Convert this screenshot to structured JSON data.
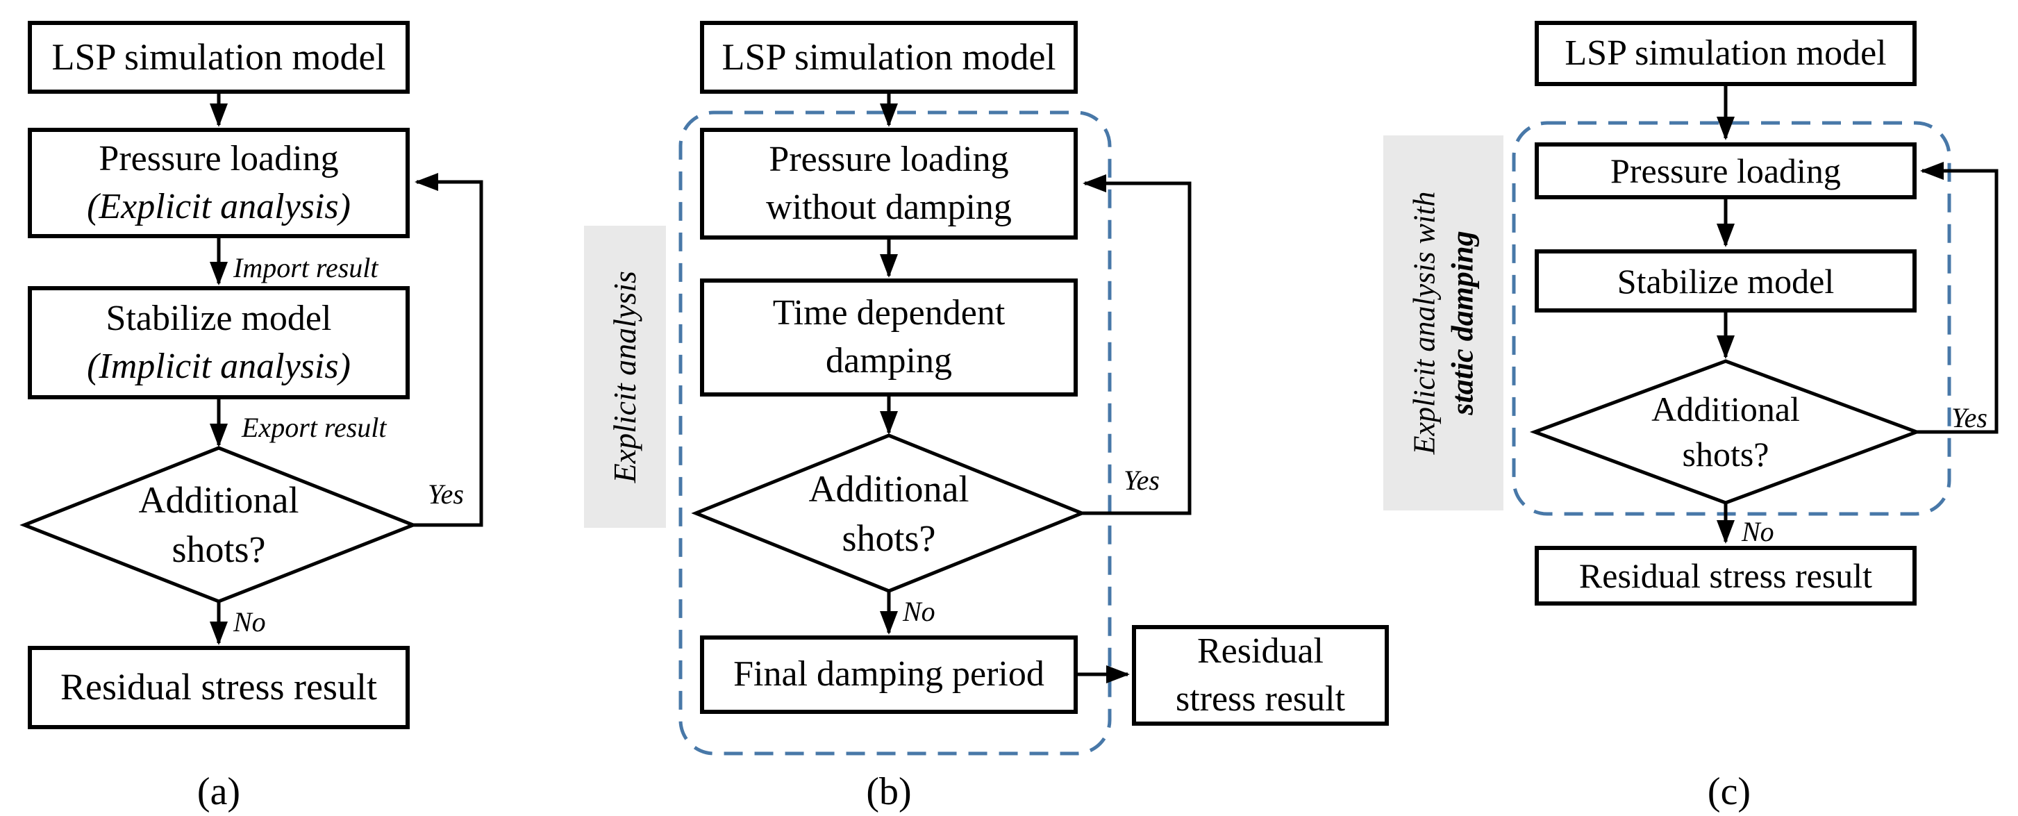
{
  "colors": {
    "dashed_region_border": "#4878a8",
    "side_label_background": "#e9e9e9",
    "line_color": "#000000"
  },
  "captions": {
    "a": "(a)",
    "b": "(b)",
    "c": "(c)"
  },
  "flow_a": {
    "lsp": "LSP simulation model",
    "pressure_line1": "Pressure loading",
    "pressure_line2": "(Explicit analysis)",
    "import_label": "Import result",
    "stabilize_line1": "Stabilize model",
    "stabilize_line2": "(Implicit analysis)",
    "export_label": "Export result",
    "decision_line1": "Additional",
    "decision_line2": "shots?",
    "yes": "Yes",
    "no": "No",
    "residual": "Residual stress result"
  },
  "flow_b": {
    "lsp": "LSP simulation model",
    "side_label": "Explicit analysis",
    "pressure_line1": "Pressure loading",
    "pressure_line2": "without damping",
    "damping_line1": "Time dependent",
    "damping_line2": "damping",
    "decision_line1": "Additional",
    "decision_line2": "shots?",
    "yes": "Yes",
    "no": "No",
    "final": "Final damping period",
    "residual_line1": "Residual",
    "residual_line2": "stress result"
  },
  "flow_c": {
    "lsp": "LSP simulation model",
    "side_label_line1": "Explicit analysis with",
    "side_label_line2": "static damping",
    "pressure": "Pressure loading",
    "stabilize": "Stabilize model",
    "decision_line1": "Additional",
    "decision_line2": "shots?",
    "yes": "Yes",
    "no": "No",
    "residual": "Residual stress result"
  }
}
